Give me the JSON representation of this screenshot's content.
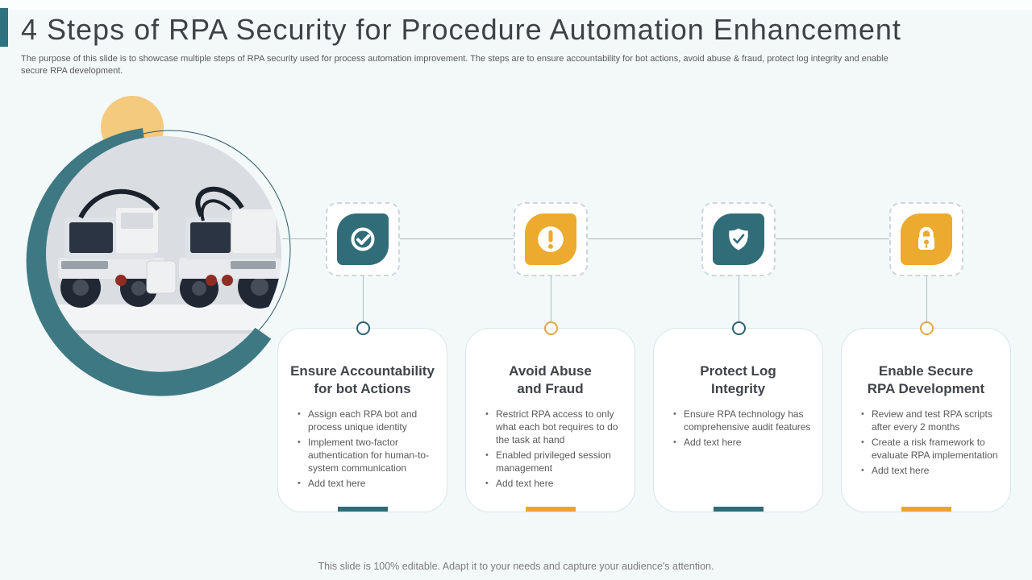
{
  "slide": {
    "title": "4 Steps of RPA Security for Procedure Automation Enhancement",
    "subtitle": "The purpose of this slide is to showcase multiple steps of RPA  security used for process automation improvement.  The steps are to ensure accountability for bot actions, avoid abuse & fraud, protect log integrity and enable secure RPA  development.",
    "footer": "This slide is 100% editable. Adapt it to your needs and capture your audience's attention."
  },
  "colors": {
    "teal": "#316d79",
    "teal_arc": "#3e7983",
    "orange": "#ecaa2f",
    "yellow_circle": "#f4ca7e",
    "accent_teal": "#2f6b78",
    "accent_orange": "#e9a62c",
    "background": "#f3f8f9",
    "card_border": "#d9e6ea",
    "connector": "#aebbc1"
  },
  "graphic": {
    "description": "photo of two robot vehicles in a circle with teal arc and yellow circle"
  },
  "steps": [
    {
      "icon": "check-circle-icon",
      "color": "teal",
      "title_lines": [
        "Ensure Accountability",
        "for bot Actions"
      ],
      "bullets": [
        "Assign each RPA bot and process unique identity",
        "Implement two-factor authentication for human-to-system communication",
        "Add text here"
      ]
    },
    {
      "icon": "exclamation-icon",
      "color": "orange",
      "title_lines": [
        "Avoid Abuse",
        "and Fraud"
      ],
      "bullets": [
        "Restrict RPA access to only what each bot requires to do the task at hand",
        "Enabled privileged session management",
        "Add text here"
      ]
    },
    {
      "icon": "shield-check-icon",
      "color": "teal",
      "title_lines": [
        "Protect Log",
        "Integrity"
      ],
      "bullets": [
        "Ensure RPA technology has comprehensive audit features",
        "Add text here"
      ]
    },
    {
      "icon": "padlock-icon",
      "color": "orange",
      "title_lines": [
        "Enable Secure",
        "RPA Development"
      ],
      "bullets": [
        "Review and test RPA scripts after every 2 months",
        "Create a risk framework to evaluate RPA implementation",
        "Add text here"
      ]
    }
  ]
}
